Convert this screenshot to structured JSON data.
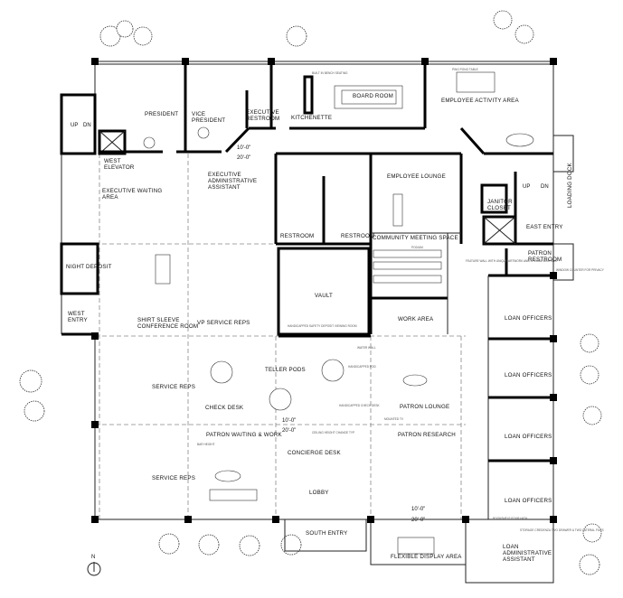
{
  "rooms": [
    "PRESIDENT",
    "VICE PRESIDENT",
    "EXECUTIVE RESTROOM",
    "KITCHENETTE",
    "BOARD ROOM",
    "EMPLOYEE ACTIVITY AREA",
    "WEST ELEVATOR",
    "EXECUTIVE ADMINISTRATIVE ASSISTANT",
    "EXECUTIVE WAITING AREA",
    "RESTROOM",
    "RESTROOM",
    "EMPLOYEE LOUNGE",
    "COMMUNITY MEETING SPACE",
    "JANITOR CLOSET",
    "LOADING DOCK",
    "EAST ENTRY",
    "PATRON RESTROOM",
    "NIGHT DEPOSIT",
    "VAULT",
    "WEST ENTRY",
    "SHIRT SLEEVE CONFERENCE ROOM",
    "VP SERVICE REPS",
    "WORK AREA",
    "LOAN OFFICERS",
    "LOAN OFFICERS",
    "LOAN OFFICERS",
    "LOAN OFFICERS",
    "TELLER PODS",
    "SERVICE REPS",
    "CHECK DESK",
    "PATRON LOUNGE",
    "PATRON WAITING & WORK",
    "PATRON RESEARCH",
    "CONCIERGE DESK",
    "SERVICE REPS",
    "LOBBY",
    "SOUTH ENTRY",
    "FLEXIBLE DISPLAY AREA",
    "LOAN ADMINISTRATIVE ASSISTANT"
  ],
  "notes": [
    "BUILT IN BENCH SEATING",
    "PING PONG TABLE",
    "HANDICAPPED SAFETY DEPOSIT VIEWING ROOM",
    "FEATURE WALL WITH UNIQUE ARTWORK AND SPECIAL LIGHTING",
    "WINDOW COUNTER FOR PRIVACY",
    "HANDICAPPED POD",
    "HANDICAPPED CHECK DESK",
    "MOUNTED TV",
    "CEILING HEIGHT CHANGE TYP",
    "BAR HEIGHT",
    "WATER WALL",
    "BOOKSHELF FOUR HIGH",
    "STORAGE CREDENZA TWO DRAWER & TWO LATERAL FILES",
    "PODIUM",
    "UP",
    "DN",
    "UP",
    "DN"
  ],
  "dimensions": [
    "10'-0\"",
    "20'-0\"",
    "10'-0\"",
    "20'-0\"",
    "10'-0\"",
    "20'-0\""
  ],
  "north_label": "N"
}
